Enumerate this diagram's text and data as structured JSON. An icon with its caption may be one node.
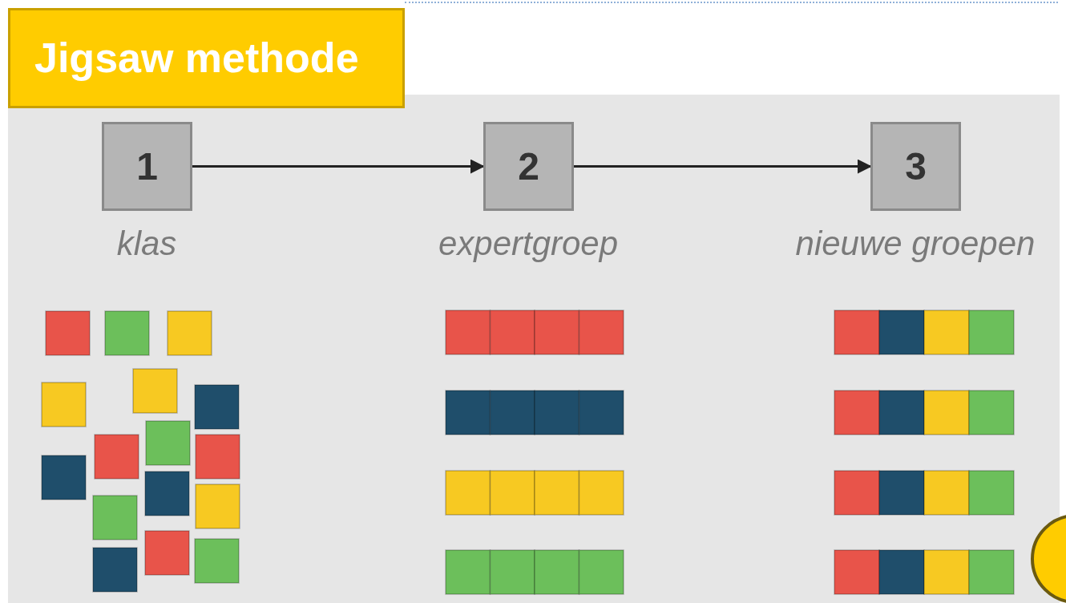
{
  "diagram": {
    "title": "Jigsaw methode",
    "nodes": [
      {
        "text": [
          "1"
        ],
        "beside": [
          "klas"
        ]
      },
      {
        "text": [
          "2"
        ],
        "beside": [
          "expertgroep"
        ]
      },
      {
        "text": [
          "3"
        ],
        "beside": [
          "nieuwe groepen"
        ]
      }
    ],
    "edges": [
      {
        "from": 0,
        "to": 1,
        "arrow": "to"
      },
      {
        "from": 1,
        "to": 2,
        "arrow": "to"
      }
    ]
  }
}
